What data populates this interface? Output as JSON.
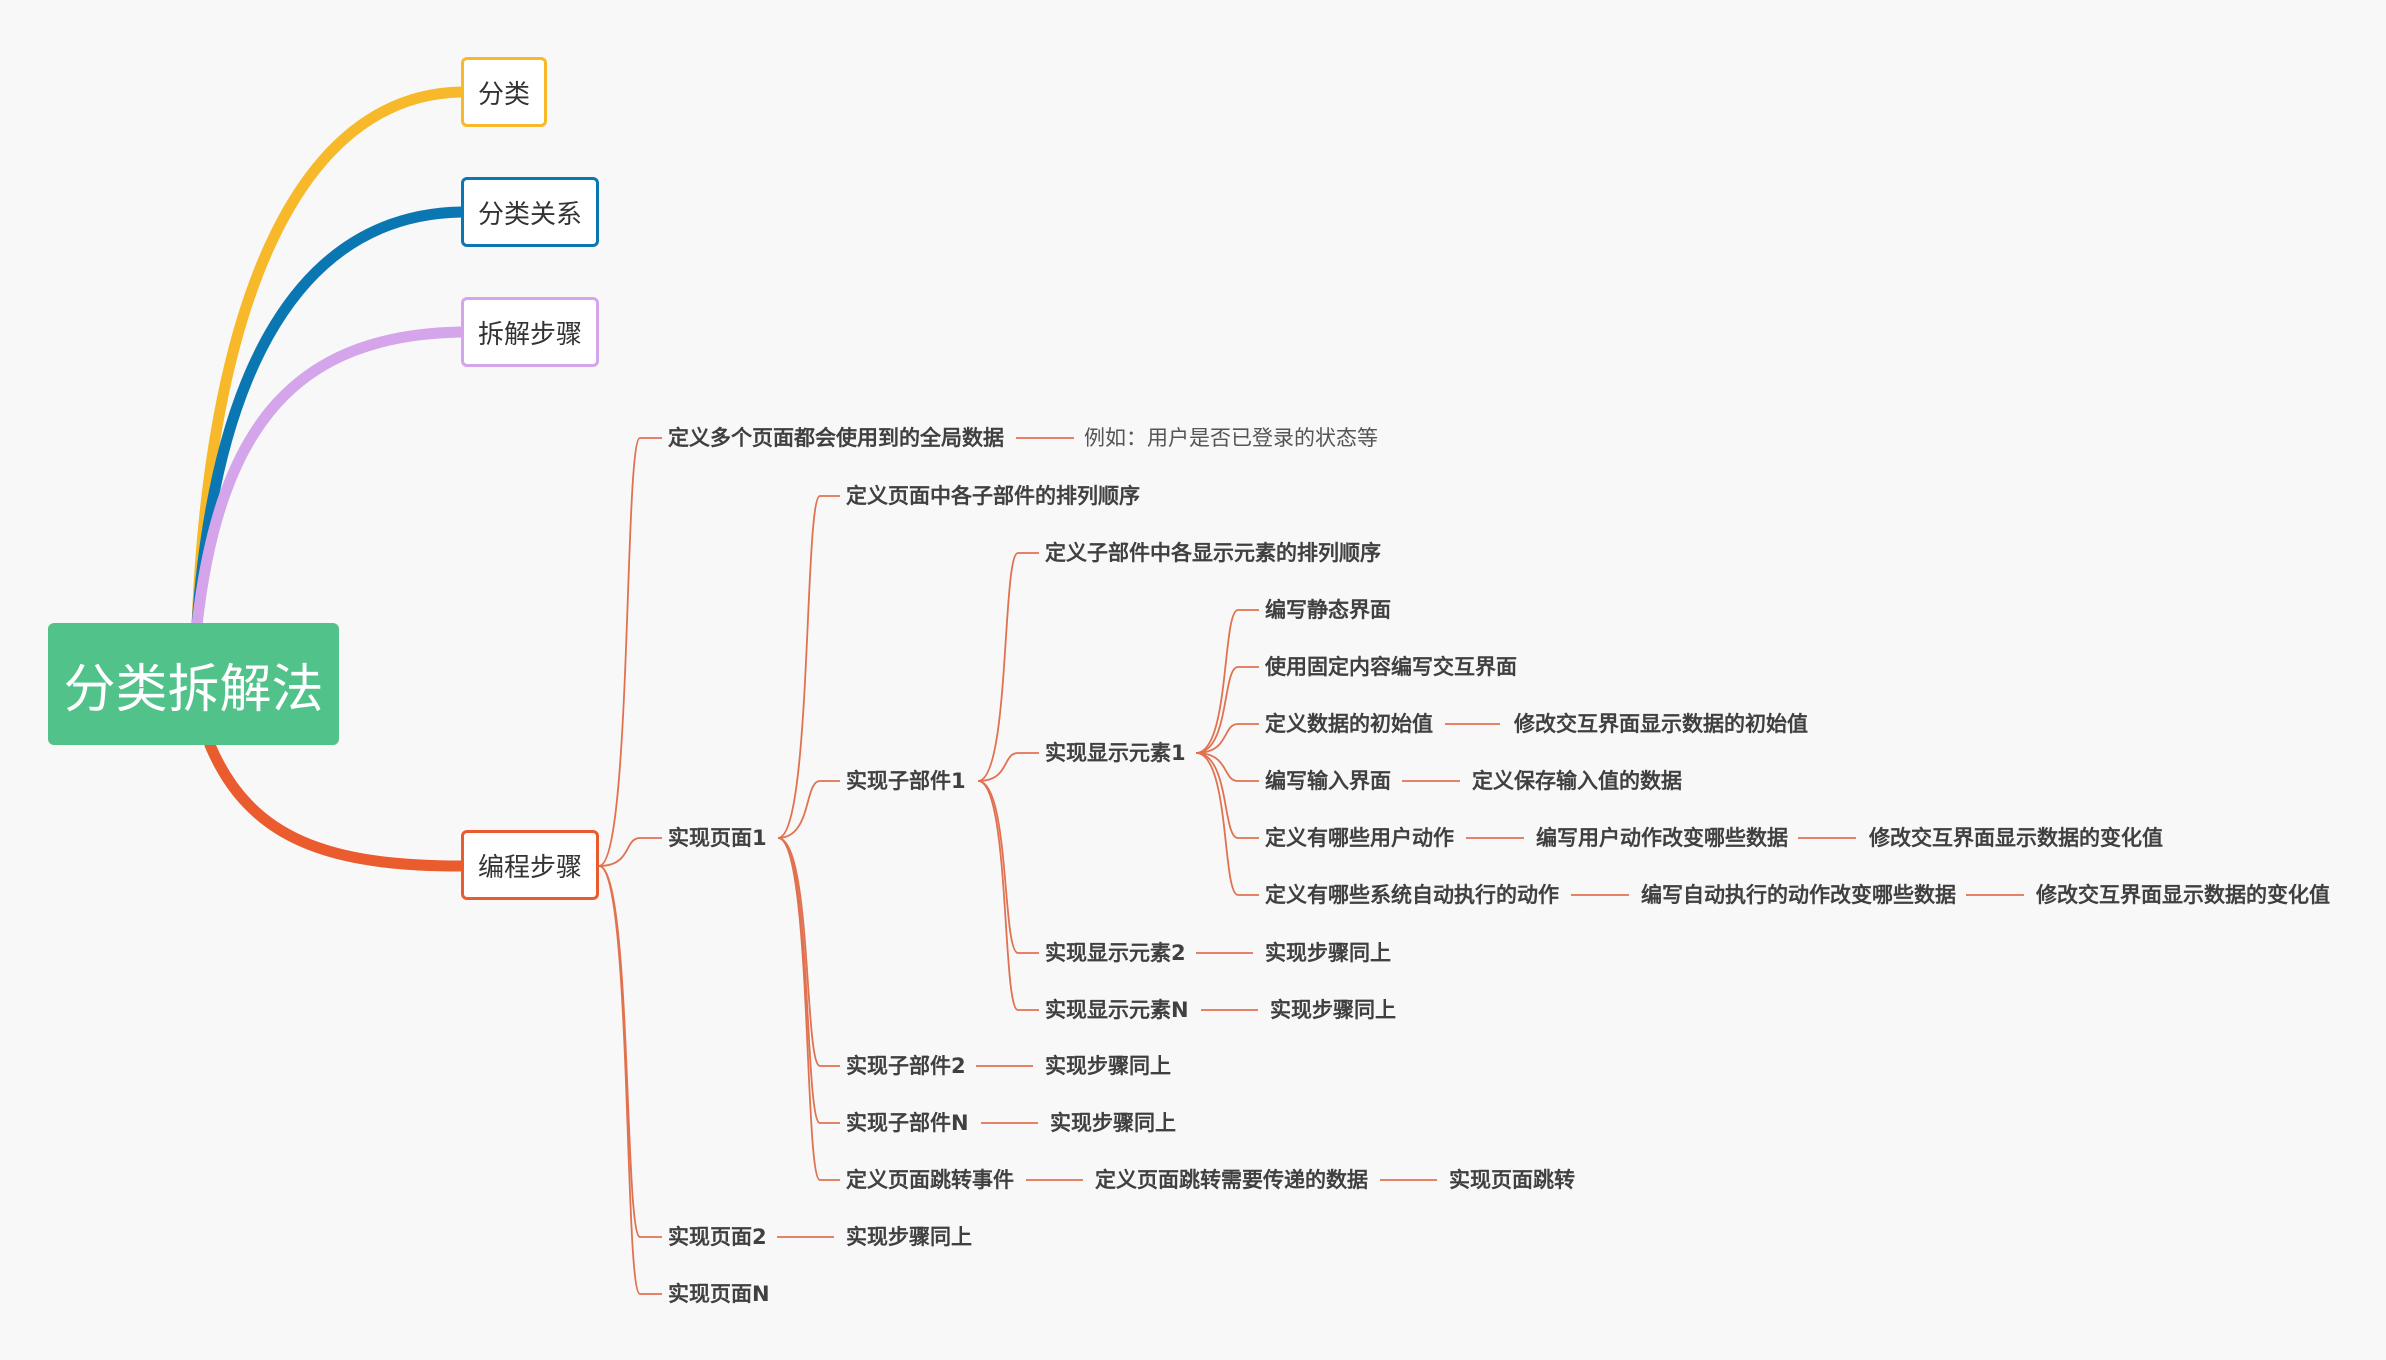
{
  "root": {
    "text": "分类拆解法",
    "color": "#52c28b"
  },
  "topics": {
    "t1": {
      "text": "分类",
      "color": "#f7b92a"
    },
    "t2": {
      "text": "分类关系",
      "color": "#0b77b2"
    },
    "t3": {
      "text": "拆解步骤",
      "color": "#d4a5eb"
    },
    "t4": {
      "text": "编程步骤",
      "color": "#ea5b2d"
    }
  },
  "branch_color": "#e07250",
  "nodes": {
    "global_data": "定义多个页面都会使用到的全局数据",
    "global_example": "例如：用户是否已登录的状态等",
    "page1": "实现页面1",
    "page1_order": "定义页面中各子部件的排列顺序",
    "sub1": "实现子部件1",
    "sub1_order": "定义子部件中各显示元素的排列顺序",
    "elem1": "实现显示元素1",
    "static_ui": "编写静态界面",
    "fixed_ui": "使用固定内容编写交互界面",
    "init_data": "定义数据的初始值",
    "init_data_change": "修改交互界面显示数据的初始值",
    "input_ui": "编写输入界面",
    "input_save": "定义保存输入值的数据",
    "user_actions": "定义有哪些用户动作",
    "user_actions_data": "编写用户动作改变哪些数据",
    "user_actions_change": "修改交互界面显示数据的变化值",
    "auto_actions": "定义有哪些系统自动执行的动作",
    "auto_actions_data": "编写自动执行的动作改变哪些数据",
    "auto_actions_change": "修改交互界面显示数据的变化值",
    "elem2": "实现显示元素2",
    "elem2_same": "实现步骤同上",
    "elemN": "实现显示元素N",
    "elemN_same": "实现步骤同上",
    "sub2": "实现子部件2",
    "sub2_same": "实现步骤同上",
    "subN": "实现子部件N",
    "subN_same": "实现步骤同上",
    "jump_event": "定义页面跳转事件",
    "jump_data": "定义页面跳转需要传递的数据",
    "jump_do": "实现页面跳转",
    "page2": "实现页面2",
    "page2_same": "实现步骤同上",
    "pageN": "实现页面N"
  }
}
